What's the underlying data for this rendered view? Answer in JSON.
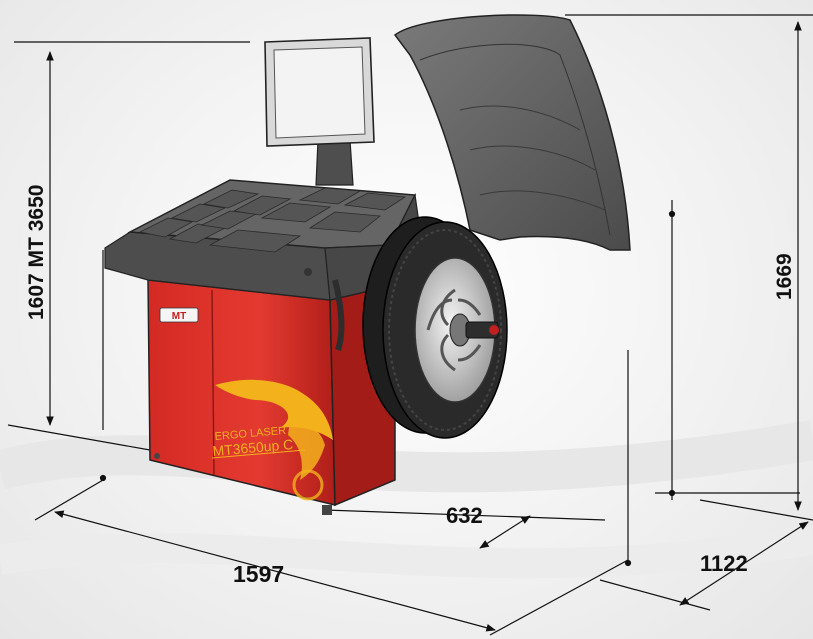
{
  "dimensions": {
    "height_left": "1607 MT 3650",
    "height_right": "1669",
    "width_front": "1597",
    "depth_body": "632",
    "depth_total": "1122"
  },
  "machine": {
    "logo_text": "MT",
    "model_line1": "ERGO LASER",
    "model_line2": "MT3650up C"
  },
  "colors": {
    "body_red": "#e0312b",
    "top_grey": "#5f5f5f",
    "hood_grey": "#6e6e6e",
    "accent_yellow": "#f3b11c"
  },
  "icons": {
    "logo": "eagle-logo-icon"
  }
}
